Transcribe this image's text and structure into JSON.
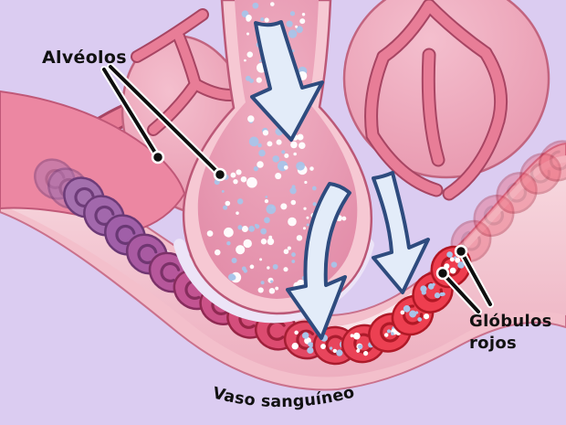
{
  "labels": {
    "alveolos": "Alvéolos",
    "globulos_line1": "Glóbulos",
    "globulos_line2": "rojos",
    "vaso": "Vaso sanguíneo"
  },
  "colors": {
    "background": "#dbccf1",
    "label_text": "#111111",
    "pointer_line": "#0f0f0f",
    "pointer_casing": "#ffffff",
    "arrow_fill": "#e3ecf9",
    "arrow_stroke": "#2e4b7e",
    "oxygen_white": "#ffffff",
    "oxygen_blue": "#a9c4e9",
    "alveolus_fill_light": "#f4bfce",
    "alveolus_fill": "#e897ae",
    "alveolus_stroke": "#c2647f",
    "branch_fill": "#e87d97",
    "branch_stroke": "#a74563",
    "funnel_wall": "#f6c8d3",
    "funnel_stroke": "#bb5877",
    "funnel_inner_light": "#f0b0c3",
    "funnel_inner_dark": "#e189a6",
    "gap_ring": "#ece4f7",
    "vessel_band": "#f3bfcb",
    "vessel_stroke": "#ca718c",
    "vessel_inner_top": "#f8dce2",
    "vessel_inner_bottom": "#edaebf",
    "vessel_highlight": "#fae8ec",
    "artery_fill": "#ec87a2",
    "artery_stroke": "#c05878",
    "ghost_left": "#a470ae",
    "ghost_right": "#ea5066"
  },
  "cells": [
    {
      "f": "#a470ae",
      "s": "#6e3c79",
      "dots": false
    },
    {
      "f": "#a268ac",
      "s": "#6c3a77",
      "dots": false
    },
    {
      "f": "#a05fa8",
      "s": "#6a3875",
      "dots": false
    },
    {
      "f": "#a95aa2",
      "s": "#703672",
      "dots": false
    },
    {
      "f": "#b6579b",
      "s": "#7b3168",
      "dots": false
    },
    {
      "f": "#c25492",
      "s": "#862d5d",
      "dots": false
    },
    {
      "f": "#cb5187",
      "s": "#8f2952",
      "dots": false
    },
    {
      "f": "#d44e7c",
      "s": "#972546",
      "dots": false
    },
    {
      "f": "#dc4b70",
      "s": "#9e213c",
      "dots": false
    },
    {
      "f": "#e24864",
      "s": "#a51e33",
      "dots": true
    },
    {
      "f": "#e7455c",
      "s": "#aa1c2e",
      "dots": true
    },
    {
      "f": "#ea4256",
      "s": "#ad1a2a",
      "dots": true
    },
    {
      "f": "#ec4052",
      "s": "#af1927",
      "dots": true
    },
    {
      "f": "#ed3f50",
      "s": "#b01825",
      "dots": true
    },
    {
      "f": "#ee3e4f",
      "s": "#b11724",
      "dots": true
    },
    {
      "f": "#ee3d4e",
      "s": "#b11623",
      "dots": true
    }
  ]
}
